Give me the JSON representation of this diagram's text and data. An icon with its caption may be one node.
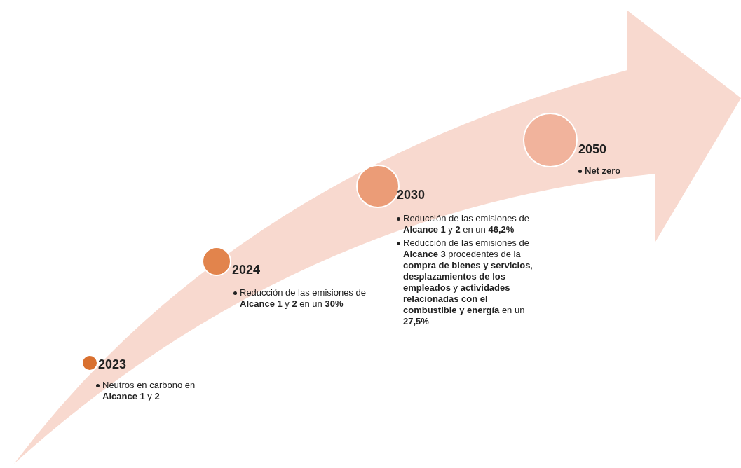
{
  "diagram": {
    "nodes": [
      {
        "text": [],
        "shape": "circle",
        "beside": [
          "2023",
          "Neutros en carbono en **Alcance 1** y **2**"
        ]
      },
      {
        "text": [],
        "shape": "circle",
        "beside": [
          "2024",
          "Reducción de las emisiones de **Alcance 1** y **2** en un **30%**"
        ]
      },
      {
        "text": [],
        "shape": "circle",
        "beside": [
          "2030",
          "Reducción de las emisiones de **Alcance 1** y **2** en un **46,2%**",
          "Reducción de las emisiones de **Alcance 3** procedentes de la **compra de bienes y servicios**, **desplazamientos de los empleados** y **actividades relacionadas con el combustible y energía** en un **27,5%**"
        ]
      },
      {
        "text": [],
        "shape": "circle",
        "beside": [
          "2050",
          "**Net zero**"
        ]
      }
    ]
  }
}
